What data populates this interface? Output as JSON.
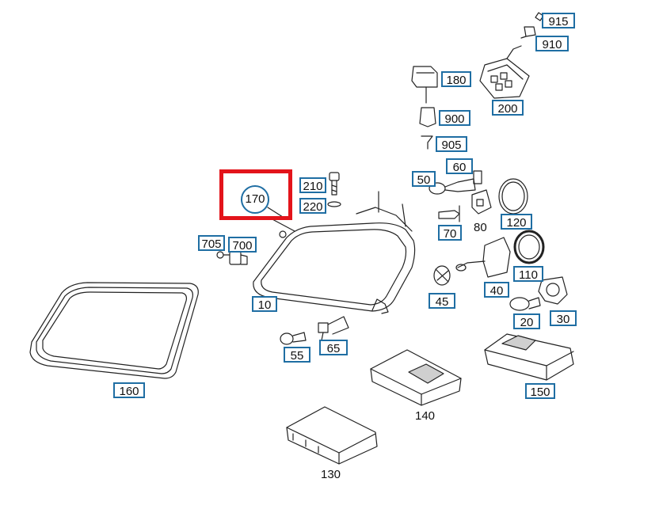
{
  "diagram": {
    "highlight_color": "#e3141b",
    "callout_border_color": "#1f6ea3",
    "highlighted_part": "170",
    "labels": {
      "p915": "915",
      "p910": "910",
      "p180": "180",
      "p200": "200",
      "p900": "900",
      "p905": "905",
      "p210": "210",
      "p220": "220",
      "p170": "170",
      "p50": "50",
      "p60": "60",
      "p70": "70",
      "p80": "80",
      "p120": "120",
      "p705": "705",
      "p700": "700",
      "p110": "110",
      "p40": "40",
      "p10": "10",
      "p45": "45",
      "p20": "20",
      "p30": "30",
      "p55": "55",
      "p65": "65",
      "p160": "160",
      "p150": "150",
      "p140": "140",
      "p130": "130"
    }
  }
}
